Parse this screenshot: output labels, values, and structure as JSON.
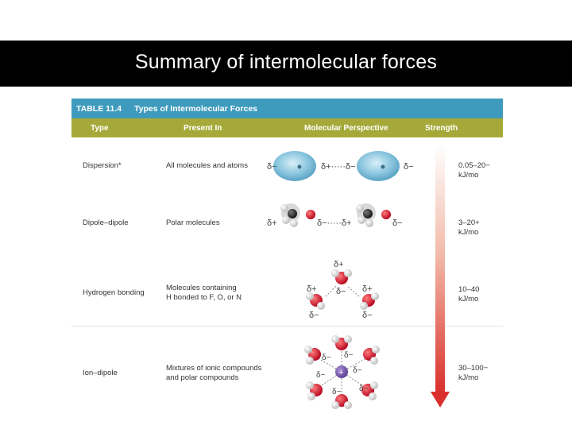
{
  "slide": {
    "title": "Summary of intermolecular forces"
  },
  "table": {
    "number": "TABLE 11.4",
    "title": "Types of Intermolecular Forces",
    "columns": {
      "type": "Type",
      "present": "Present In",
      "perspective": "Molecular Perspective",
      "strength": "Strength"
    },
    "rows": [
      {
        "type": "Dispersion*",
        "present": [
          "All molecules and atoms"
        ],
        "strength": [
          "0.05–20−",
          "kJ/mo"
        ]
      },
      {
        "type": "Dipole–dipole",
        "present": [
          "Polar molecules"
        ],
        "strength": [
          "3–20+",
          "kJ/mo"
        ]
      },
      {
        "type": "Hydrogen bonding",
        "present": [
          "Molecules containing",
          "H bonded to F, O, or N"
        ],
        "strength": [
          "10–40",
          "kJ/mo"
        ]
      },
      {
        "type": "Ion–dipole",
        "present": [
          "Mixtures of ionic compounds",
          "and polar compounds"
        ],
        "strength": [
          "30–100−",
          "kJ/mo"
        ]
      }
    ]
  },
  "labels": {
    "delta_minus": "δ−",
    "delta_plus": "δ+",
    "delta_plus_dots_delta_minus": "δ+·····δ−",
    "delta_minus_dots_delta_plus": "δ−·····δ+",
    "ion_charge": "+"
  },
  "colors": {
    "title_bar": "#000000",
    "table_header": "#3f9bbd",
    "column_header": "#a6a939",
    "arrow": "#d9302b"
  }
}
